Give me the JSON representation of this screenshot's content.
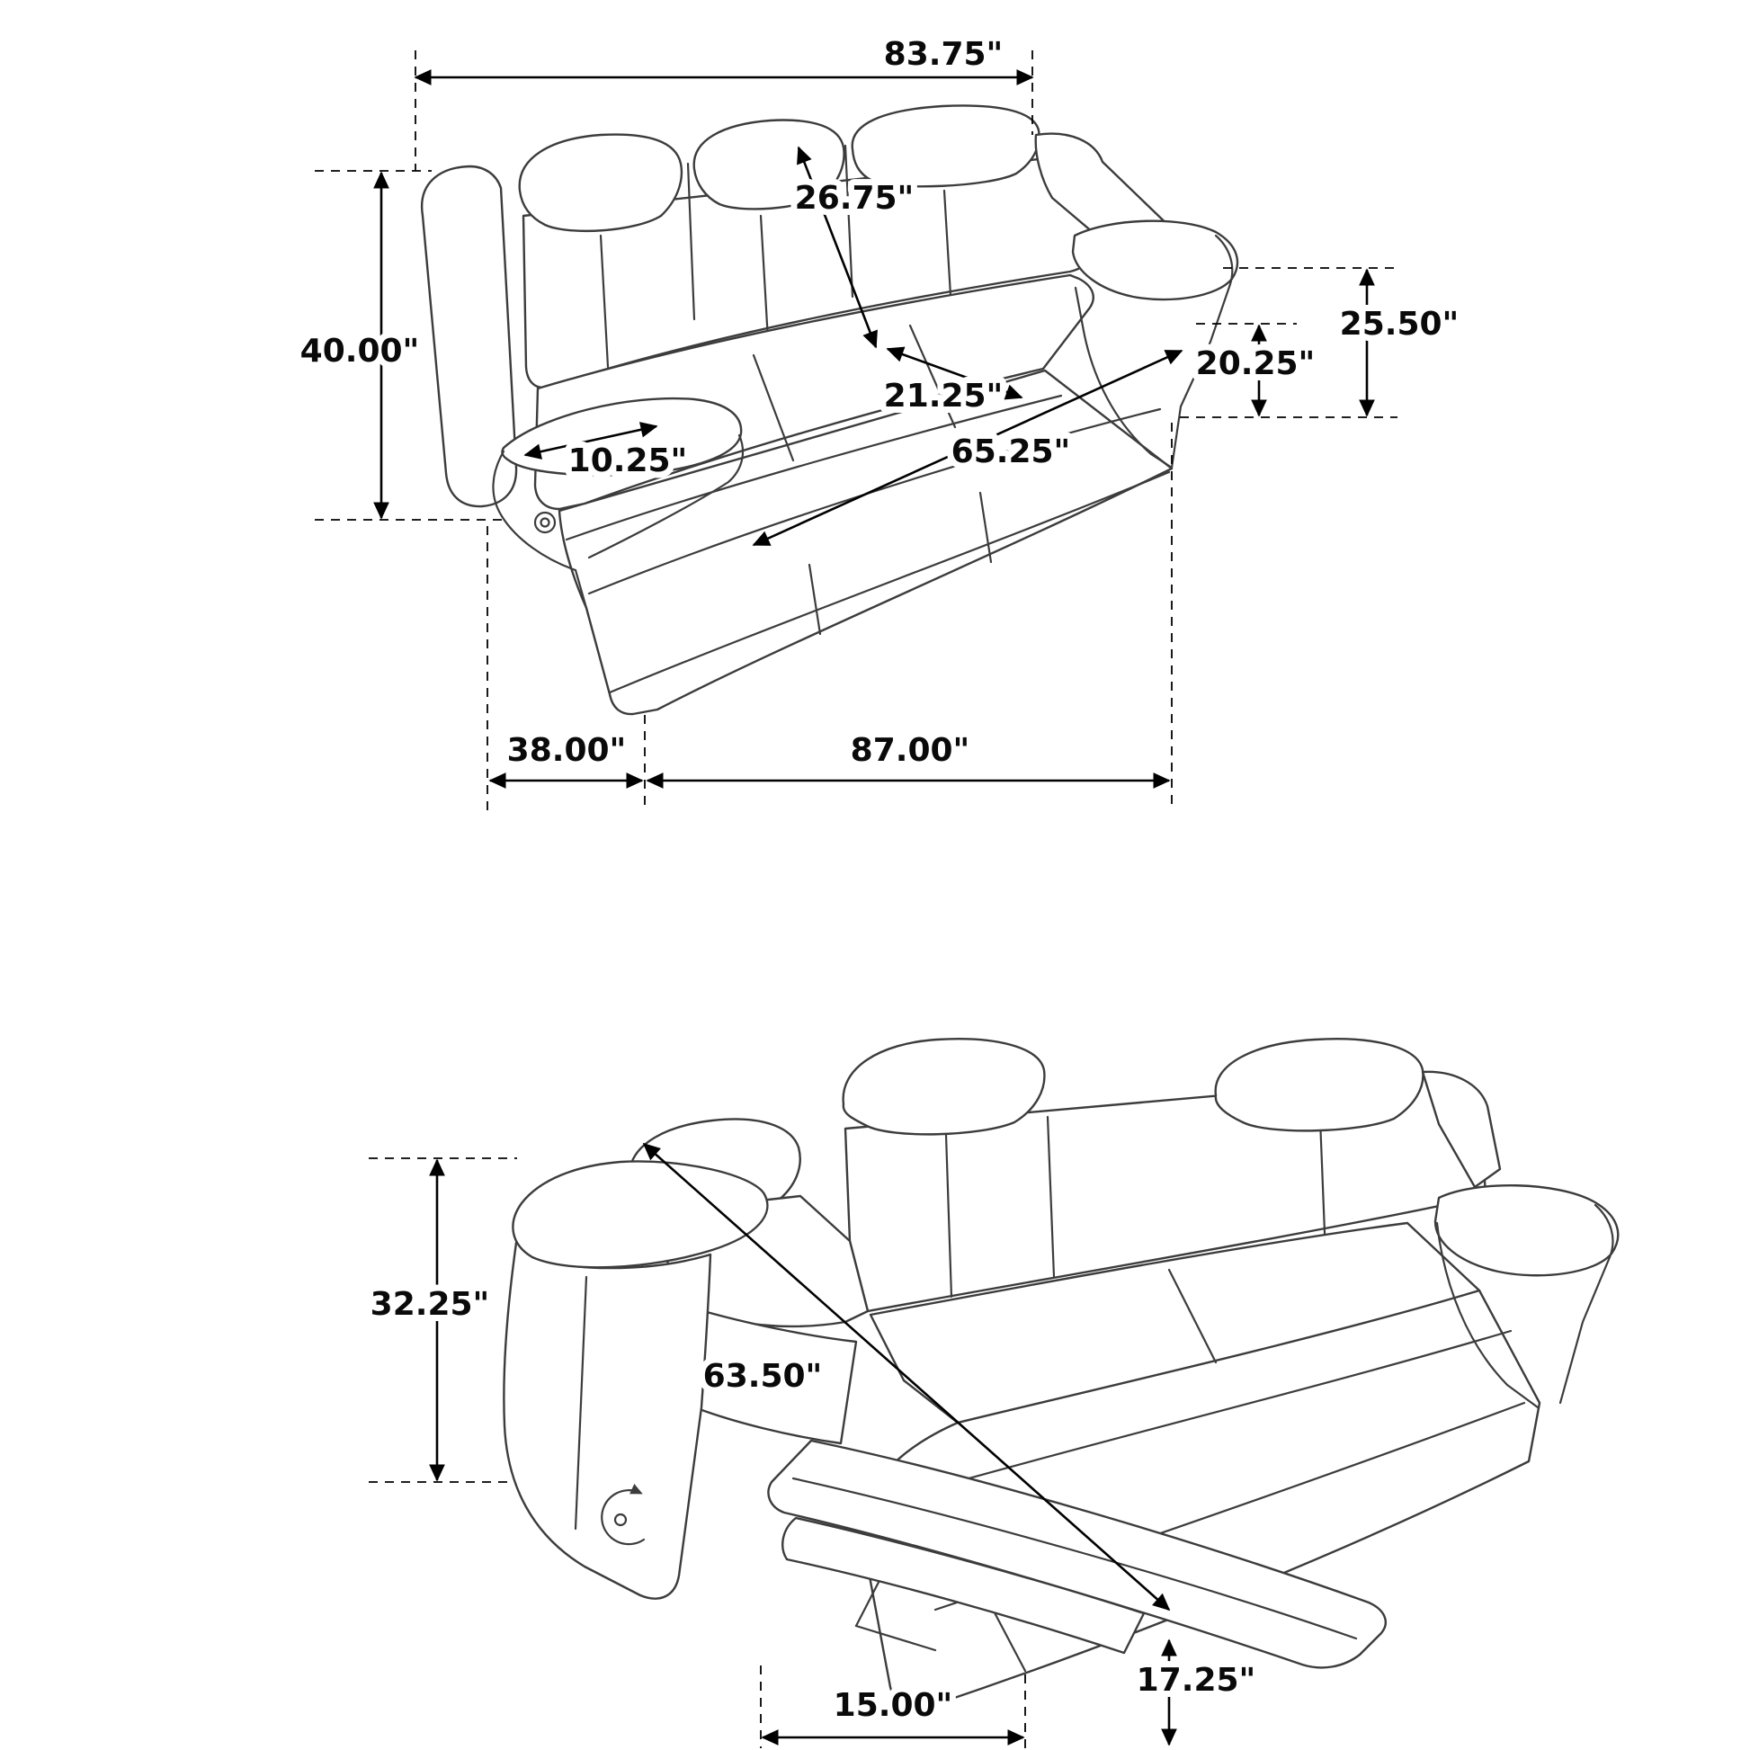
{
  "figure": {
    "upright": {
      "dims": {
        "overall_width": "83.75\"",
        "back_diagonal": "26.75\"",
        "overall_height": "40.00\"",
        "arm_height": "25.50\"",
        "seat_height": "20.25\"",
        "seat_depth": "21.25\"",
        "arm_width": "10.25\"",
        "seat_width": "65.25\"",
        "body_depth": "38.00\"",
        "overall_width_floor": "87.00\""
      }
    },
    "reclined": {
      "dims": {
        "reclined_back_height": "32.25\"",
        "reclined_length": "63.50\"",
        "footrest_height": "17.25\"",
        "recline_clearance": "15.00\""
      }
    }
  }
}
